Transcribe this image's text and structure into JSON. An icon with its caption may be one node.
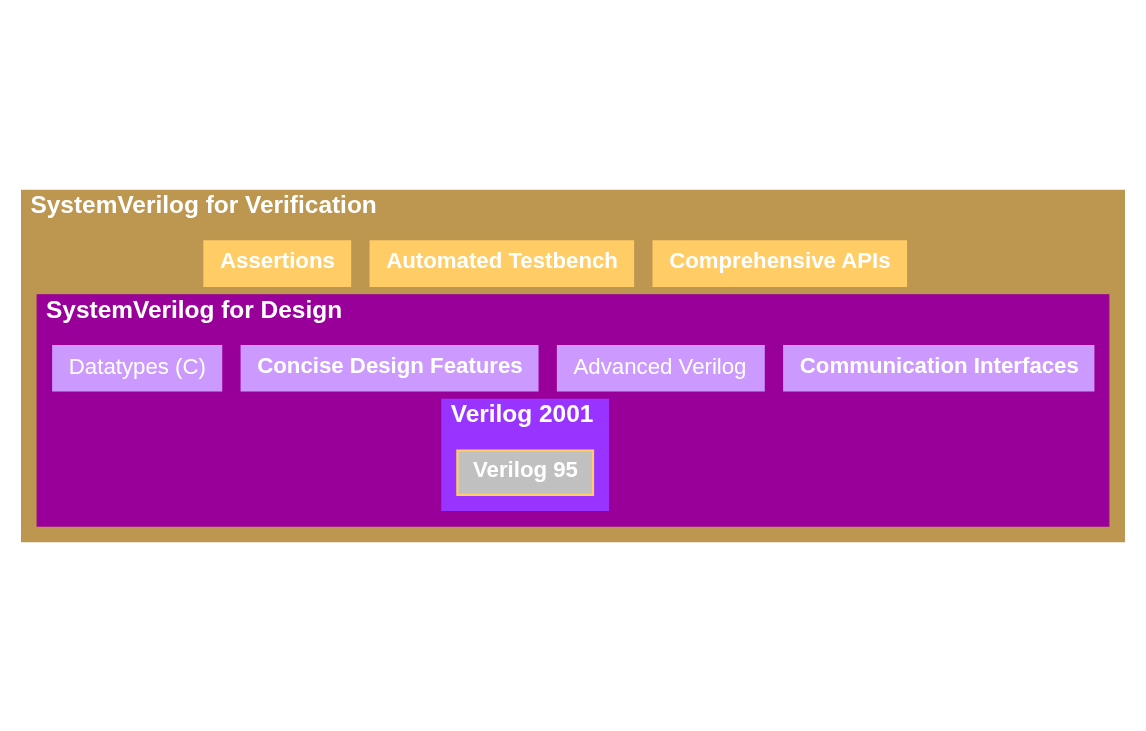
{
  "diagram": {
    "nodes": [
      {
        "text": [
          "SystemVerilog for Verification"
        ]
      },
      {
        "text": [
          "Automated Testbench"
        ],
        "in": 0
      },
      {
        "text": [
          "Assertions"
        ],
        "in": 0
      },
      {
        "text": [
          "Comprehensive APIs"
        ],
        "in": 0
      },
      {
        "text": [
          "SystemVerilog for Design"
        ],
        "in": 0
      },
      {
        "text": [
          "Communication Interfaces"
        ],
        "in": 4
      },
      {
        "text": [
          "Advanced Verilog"
        ],
        "in": 4
      },
      {
        "text": [
          "Concise Design Features"
        ],
        "in": 4
      },
      {
        "text": [
          "Datatypes (C)"
        ],
        "in": 4
      },
      {
        "text": [
          "Verilog 2001"
        ],
        "in": 4
      },
      {
        "text": [
          "Verilog 95"
        ],
        "in": 9
      }
    ],
    "edges": []
  }
}
